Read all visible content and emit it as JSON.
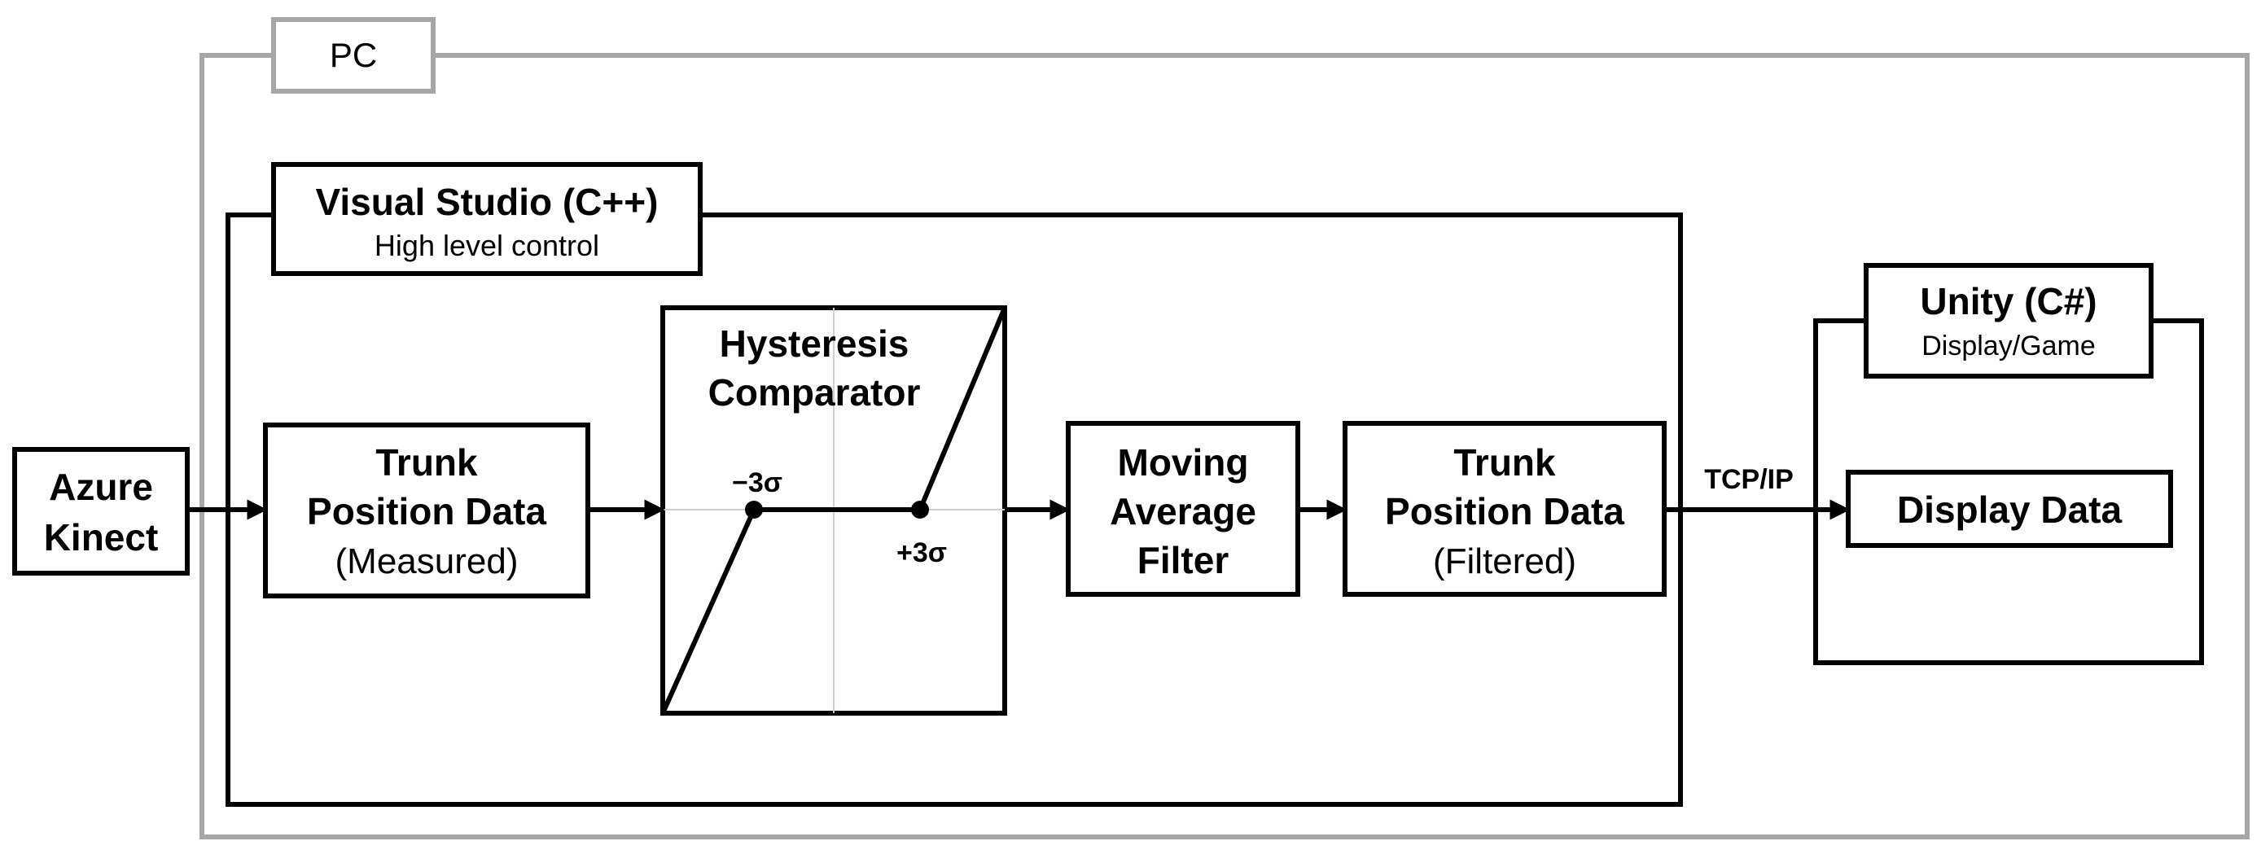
{
  "pc": {
    "label": "PC"
  },
  "visual_studio": {
    "title": "Visual Studio (C++)",
    "subtitle": "High level control"
  },
  "unity": {
    "title": "Unity (C#)",
    "subtitle": "Display/Game"
  },
  "azure_kinect": {
    "line1": "Azure",
    "line2": "Kinect"
  },
  "trunk_measured": {
    "line1": "Trunk",
    "line2": "Position Data",
    "line3": "(Measured)"
  },
  "hysteresis": {
    "line1": "Hysteresis",
    "line2": "Comparator",
    "neg_label": "−3σ",
    "pos_label": "+3σ"
  },
  "moving_average": {
    "line1": "Moving",
    "line2": "Average",
    "line3": "Filter"
  },
  "trunk_filtered": {
    "line1": "Trunk",
    "line2": "Position Data",
    "line3": "(Filtered)"
  },
  "tcp_ip": {
    "label": "TCP/IP"
  },
  "display_data": {
    "label": "Display Data"
  }
}
